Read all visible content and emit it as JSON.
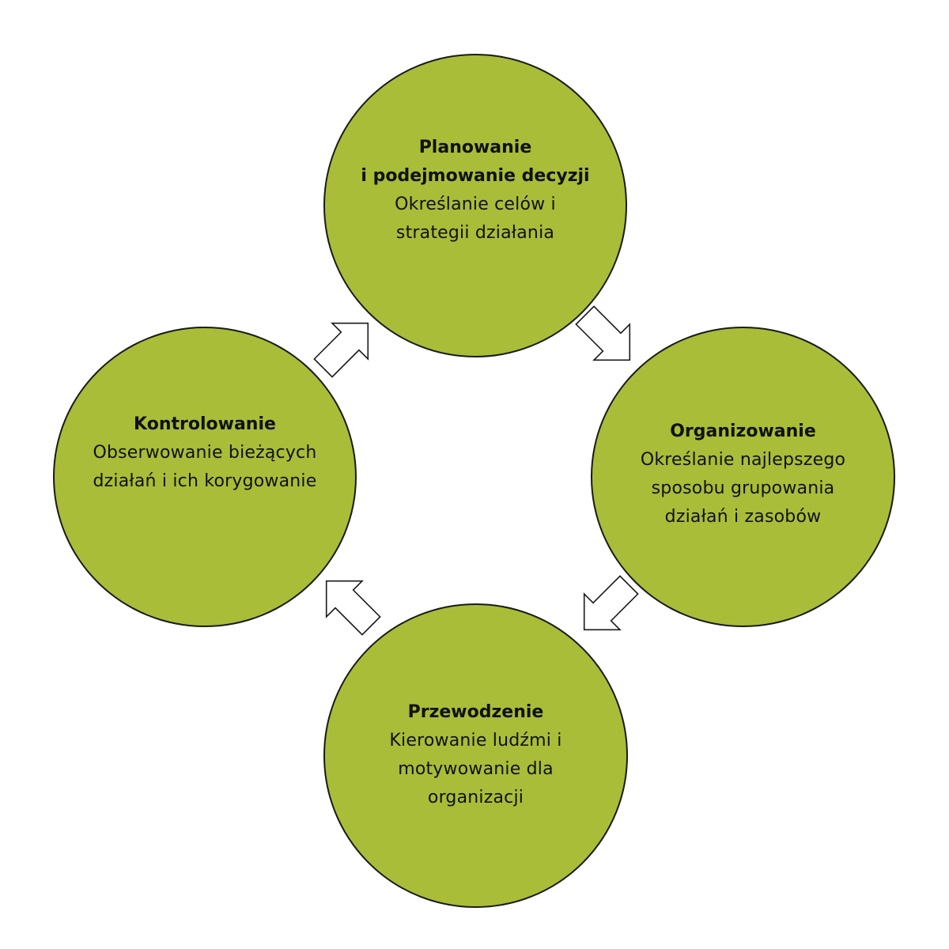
{
  "colors": {
    "node_fill": "#a9bd38",
    "outline": "#1a1a1a",
    "arrow_fill": "#ffffff"
  },
  "nodes": {
    "planning": {
      "title_line1": "Planowanie",
      "title_line2": "i podejmowanie decyzji",
      "desc": "Określanie celów i strategii działania"
    },
    "organizing": {
      "title": "Organizowanie",
      "desc": "Określanie najlepszego sposobu grupowania działań i zasobów"
    },
    "leading": {
      "title": "Przewodzenie",
      "desc": "Kierowanie ludźmi i motywowanie dla organizacji"
    },
    "controlling": {
      "title": "Kontrolowanie",
      "desc": "Obserwowanie bieżących działań i ich korygowanie"
    }
  },
  "arrows": [
    {
      "name": "arrow-planning-to-organizing",
      "direction": "down-right"
    },
    {
      "name": "arrow-organizing-to-leading",
      "direction": "down-left"
    },
    {
      "name": "arrow-leading-to-controlling",
      "direction": "up-left"
    },
    {
      "name": "arrow-controlling-to-planning",
      "direction": "up-right"
    }
  ]
}
